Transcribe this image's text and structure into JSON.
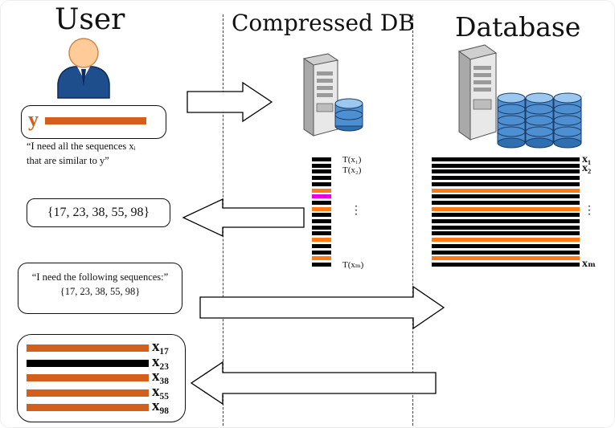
{
  "columns": {
    "user": "User",
    "compressed": "Compressed DB",
    "database": "Database"
  },
  "query": {
    "symbol": "y",
    "request_line1": "“I need all the sequences xᵢ",
    "request_line2": "that are similar to y”"
  },
  "compressed_labels": {
    "first": "T(x₁)",
    "second": "T(x₂)",
    "dots": "⋮",
    "last": "T(xₘ)"
  },
  "database_labels": {
    "first": "x₁",
    "second": "x₂",
    "dots": "⋮",
    "last": "xₘ"
  },
  "result_set": "{17, 23, 38, 55, 98}",
  "request2": {
    "line1": "“I need the following sequences:”",
    "line2": "{17, 23, 38, 55, 98}"
  },
  "returned": {
    "labels": [
      "x₁₇",
      "x₂₃",
      "x₃₈",
      "x₅₅",
      "x₉₈"
    ]
  },
  "colors": {
    "orange": "#d35f1c",
    "black": "#000000",
    "magenta": "#e600e6",
    "db_orange": "#ff7a14",
    "user_skin": "#ffcc99",
    "user_suit": "#1f4e8c"
  },
  "compressed_bars": [
    "k",
    "k",
    "k",
    "k",
    "k",
    "o",
    "m",
    "k",
    "o",
    "k",
    "k",
    "k",
    "k",
    "o",
    "k",
    "k",
    "o",
    "k"
  ],
  "database_bars": [
    "k",
    "k",
    "k",
    "k",
    "k",
    "o",
    "k",
    "k",
    "o",
    "k",
    "k",
    "k",
    "k",
    "o",
    "k",
    "k",
    "o",
    "k"
  ]
}
